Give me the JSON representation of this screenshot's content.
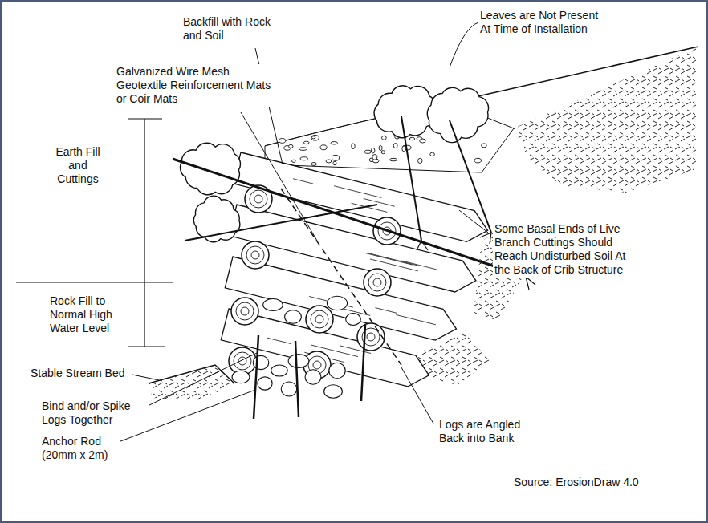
{
  "diagram": {
    "labels": [
      "Backfill with Rock and Soil",
      "Galvanized Wire Mesh Geotextile Reinforcement Mats or Coir Mats",
      "Leaves are Not Present At Time of Installation",
      "Earth Fill and Cuttings",
      "Rock Fill to Normal High Water Level",
      "Stable Stream Bed",
      "Bind and/or Spike Logs Together",
      "Anchor Rod (20mm x 2m)",
      "Logs are Angled Back into Bank",
      "Some Basal Ends of Live Branch Cuttings Should Reach Undisturbed Soil At the Back of Crib Structure",
      "Source: ErosionDraw 4.0"
    ]
  }
}
